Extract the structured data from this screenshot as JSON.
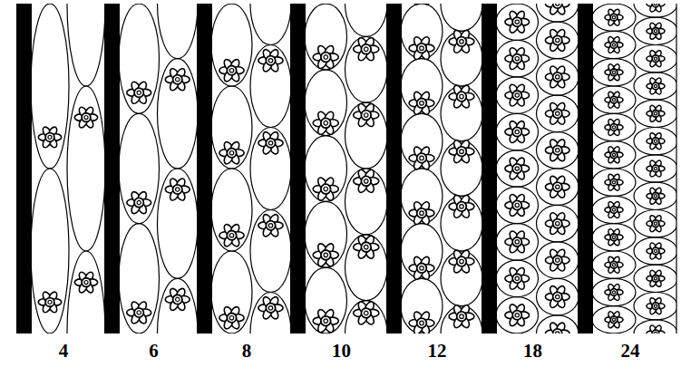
{
  "diagram": {
    "labels": [
      "4",
      "6",
      "8",
      "10",
      "12",
      "18",
      "24"
    ]
  }
}
